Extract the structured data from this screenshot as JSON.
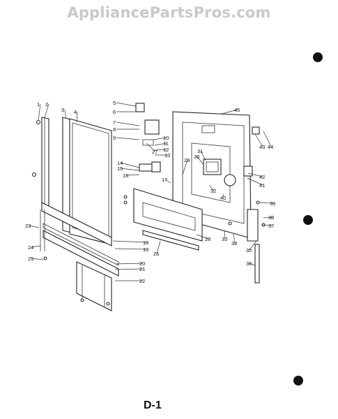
{
  "watermark": "AppliancePartsPros.com",
  "page_code": "D-1",
  "callouts": [
    "1",
    "2",
    "3",
    "4",
    "5",
    "6",
    "7",
    "8",
    "9",
    "10",
    "11",
    "12",
    "13",
    "14",
    "15",
    "16",
    "17",
    "18",
    "19",
    "20",
    "21",
    "22",
    "23",
    "24",
    "25",
    "26",
    "27",
    "28",
    "29",
    "30",
    "31",
    "32",
    "33",
    "34",
    "35",
    "36",
    "37",
    "38",
    "39",
    "40",
    "41",
    "42",
    "43",
    "44",
    "45"
  ]
}
